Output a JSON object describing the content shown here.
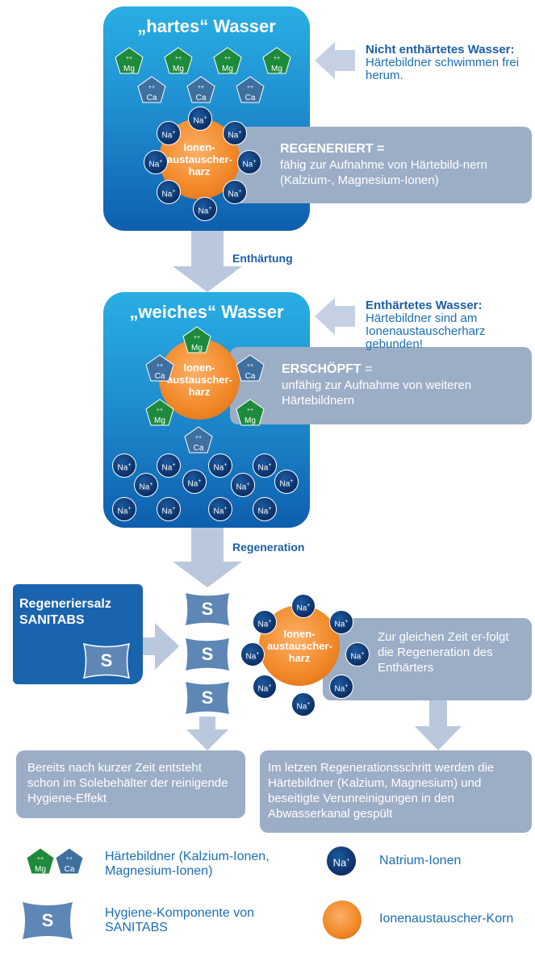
{
  "top_panel": {
    "title": "„hartes“ Wasser",
    "mg_ions": [
      "Mg++",
      "Mg++",
      "Mg++",
      "Mg++"
    ],
    "ca_ions": [
      "Ca++",
      "Ca++",
      "Ca++"
    ],
    "resin_label": "Ionen-austauscher-harz"
  },
  "note_hard": {
    "title": "Nicht enthärtetes Wasser:",
    "text": "Härtebildner schwimmen frei herum."
  },
  "box_regeneriert": {
    "title": "REGENERIERT =",
    "text": "fähig zur Aufnahme von Härtebild-nern (Kalzium-, Magnesium-Ionen)"
  },
  "arrow1_label": "Enthärtung",
  "middle_panel": {
    "title": "„weiches“ Wasser",
    "resin_label": "Ionen-austauscher-harz"
  },
  "note_soft": {
    "title": "Enthärtetes Wasser:",
    "text": "Härtebildner sind am Ionenaustauscherharz gebunden!"
  },
  "box_erschoepft": {
    "title": "ERSCHÖPFT",
    "suffix": " =",
    "text": "unfähig zur Aufnahme von weiteren Härtebildnern"
  },
  "arrow2_label": "Regeneration",
  "salt_box": {
    "title_line1": "Regeneriersalz",
    "title_line2": "SANITABS",
    "s_label": "S"
  },
  "s_labels": [
    "S",
    "S",
    "S"
  ],
  "box_regeneration": {
    "text": "Zur gleichen Zeit er-folgt die Regeneration des Enthärters"
  },
  "box_hygiene": {
    "text": "Bereits nach kurzer Zeit entsteht schon im Solebehälter der reinigende Hygiene-Effekt"
  },
  "box_drain": {
    "text": "Im letzen Regenerationsschritt werden die Härtebildner (Kalzium, Magnesium) und beseitigte Verunreinigungen in den Abwasserkanal gespült"
  },
  "ion_labels": {
    "na": "Na",
    "na_charge": "+",
    "mg": "Mg",
    "ca": "Ca",
    "double_charge": "++"
  },
  "legend": {
    "hardness": "Härtebildner (Kalzium-Ionen, Magnesium-Ionen)",
    "sodium": "Natrium-Ionen",
    "hygiene": "Hygiene-Komponente von SANITABS",
    "resin": "Ionenaustauscher-Korn",
    "s_label": "S"
  },
  "colors": {
    "panel_top": "#29aee3",
    "panel_bottom": "#0e5fae",
    "grey_box": "#9caec6",
    "arrow": "#b9c8dc",
    "mg_green": "#1e8a3c",
    "ca_blue": "#3e6f9f",
    "na_navy": "#0b2f66",
    "resin_orange": "#f28a2a",
    "salt_blue": "#1a63ad",
    "text_blue": "#1b6fb5"
  }
}
